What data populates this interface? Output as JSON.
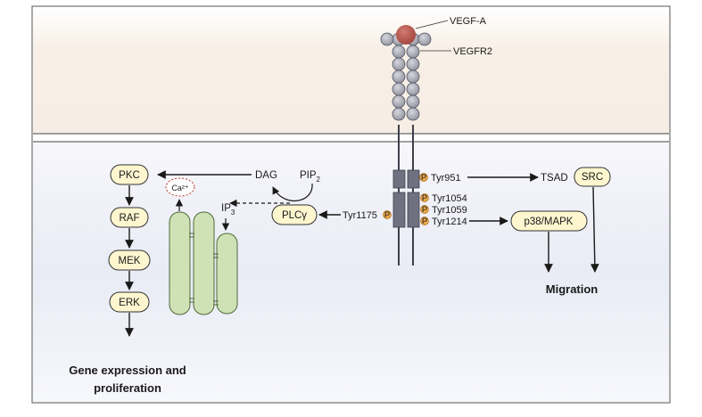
{
  "ligand": {
    "label": "VEGF-A"
  },
  "receptor": {
    "label": "VEGFR2"
  },
  "phosphosites": {
    "tyr951": "Tyr951",
    "tyr1054": "Tyr1054",
    "tyr1059": "Tyr1059",
    "tyr1214": "Tyr1214",
    "tyr1175": "Tyr1175",
    "p_symbol": "P"
  },
  "mapk_pathway": {
    "pkc": "PKC",
    "raf": "RAF",
    "mek": "MEK",
    "erk": "ERK",
    "outcome_line1": "Gene expression and",
    "outcome_line2": "proliferation"
  },
  "lipid_signaling": {
    "dag": "DAG",
    "pip2": "PIP",
    "pip2_sub": "2",
    "ip3": "IP",
    "ip3_sub": "3",
    "plc": "PLCγ",
    "calcium": "Ca²⁺"
  },
  "migration_pathway": {
    "tsad": "TSAD",
    "src": "SRC",
    "p38": "p38/MAPK",
    "outcome": "Migration"
  },
  "colors": {
    "ligand": "#b4544c",
    "receptor_domain": "#a7a9b4",
    "node_fill": "#fdf6cf",
    "phospho_fill": "#e9a94d",
    "er_fill": "#cfe2b5"
  }
}
